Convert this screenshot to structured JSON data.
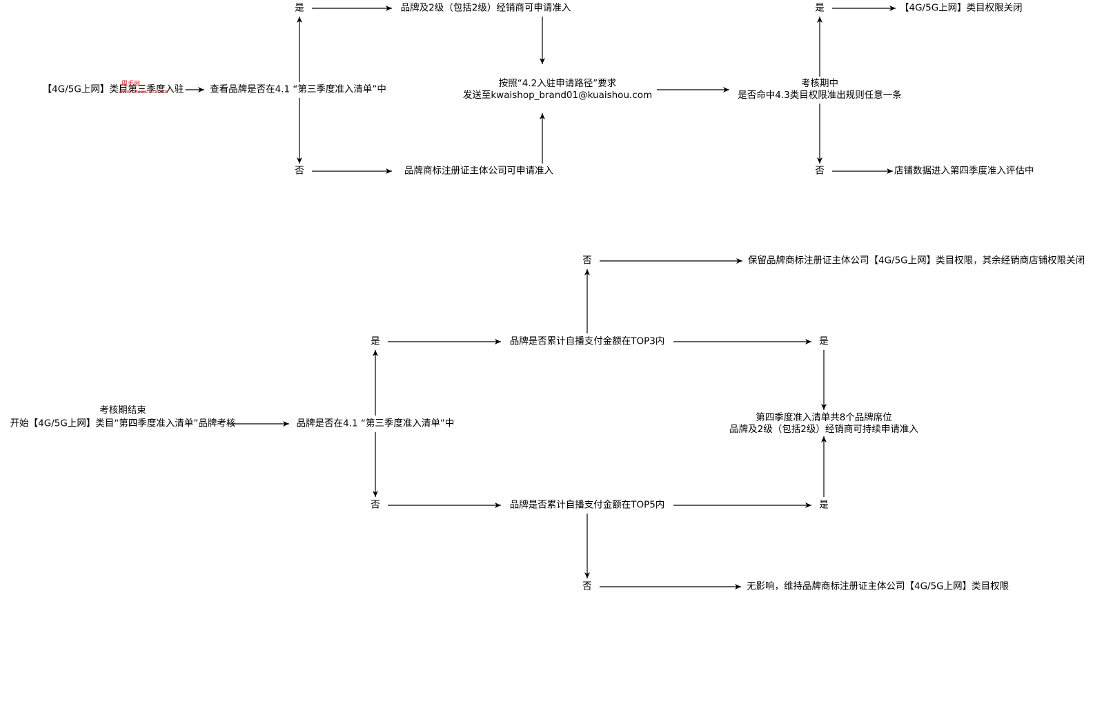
{
  "top": {
    "start": "【4G/5G上网】类目第三季度入驻",
    "check_list": "查看品牌是否在4.1 “第三季度准入清单”中",
    "yes1": "是",
    "no1": "否",
    "dealer_apply": "品牌及2级（包括2级）经销商可申请准入",
    "owner_apply": "品牌商标注册证主体公司可申请准入",
    "send_line1": "按照“4.2入驻申请路径”要求",
    "send_line2": "发送至kwaishop_brand01@kuaishou.com",
    "review_line1": "考核期中",
    "review_line2": "是否命中4.3类目权限准出规则任意一条",
    "yes2": "是",
    "no2": "否",
    "closed": "【4G/5G上网】类目权限关闭",
    "q4_eval": "店铺数据进入第四季度准入评估中"
  },
  "bottom": {
    "start_line1": "考核期结束",
    "start_line2": "开始【4G/5G上网】类目“第四季度准入清单”品牌考核",
    "check_list": "品牌是否在4.1 “第三季度准入清单”中",
    "yes1": "是",
    "no1": "否",
    "top3": "品牌是否累计自播支付金额在TOP3内",
    "top5": "品牌是否累计自播支付金额在TOP5内",
    "no_top3": "否",
    "keep_owner": "保留品牌商标注册证主体公司【4G/5G上网】类目权限，其余经销商店铺权限关闭",
    "yes_top3": "是",
    "yes_top5": "是",
    "q4_line1": "第四季度准入清单共8个品牌席位",
    "q4_line2": "品牌及2级（包括2级）经销商可持续申请准入",
    "no_top5": "否",
    "no_effect": "无影响，维持品牌商标注册证主体公司【4G/5G上网】类目权限"
  },
  "watermark": {
    "line1": "甩手网",
    "line2": "www.shuaishou.com",
    "color": "#e8262b"
  },
  "colors": {
    "line": "#000000",
    "text": "#000000",
    "background": "#ffffff"
  }
}
